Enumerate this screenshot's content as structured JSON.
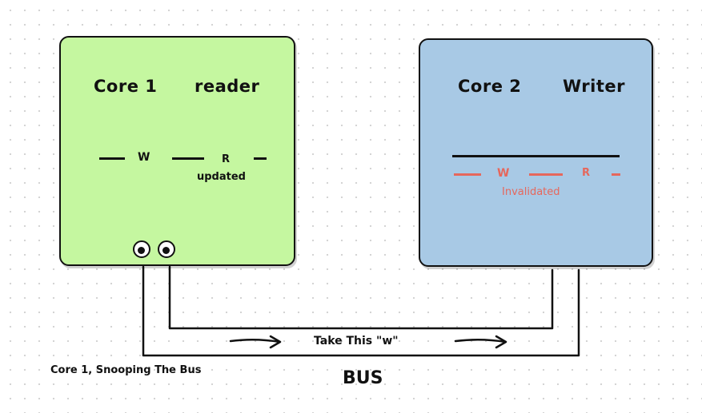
{
  "core1": {
    "title": "Core 1",
    "role": "reader",
    "line_w": "W",
    "line_r": "R",
    "status": "updated"
  },
  "core2": {
    "title": "Core 2",
    "role": "Writer",
    "line_w": "W",
    "line_r": "R",
    "status": "Invalidated"
  },
  "bus": {
    "message": "Take This \"w\"",
    "label": "BUS",
    "snoop_caption": "Core 1, Snooping The Bus"
  },
  "colors": {
    "core1_fill": "#c5f7a0",
    "core2_fill": "#a8c9e5",
    "invalidated": "#e6675c"
  }
}
